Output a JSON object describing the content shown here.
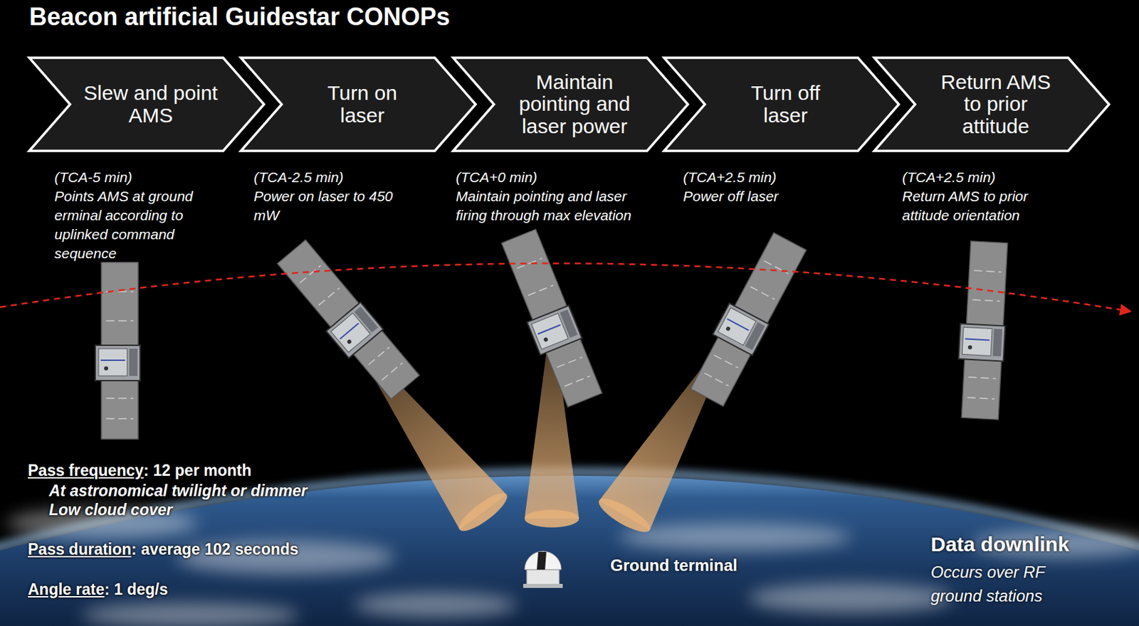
{
  "diagram": {
    "title": "Beacon artificial Guidestar CONOPs",
    "nodes": [
      {
        "text": [
          "Slew and point AMS"
        ]
      },
      {
        "text": [
          "Turn on laser"
        ]
      },
      {
        "text": [
          "Maintain pointing and laser power"
        ]
      },
      {
        "text": [
          "Turn off laser"
        ]
      },
      {
        "text": [
          "Return AMS to prior attitude"
        ]
      }
    ],
    "labels": [
      "(TCA-5 min)",
      "Points AMS at ground erminal according to uplinked command sequence",
      "(TCA-2.5 min)",
      "Power on laser to 450 mW",
      "(TCA+0 min)",
      "Maintain pointing and laser firing through max elevation",
      "(TCA+2.5 min)",
      "Power off laser",
      "(TCA+2.5 min)",
      "Return AMS to prior attitude orientation",
      "Pass frequency",
      ": 12 per month",
      "At astronomical twilight or dimmer",
      "Low cloud cover",
      "Pass duration",
      ": average 102 seconds",
      "Angle rate",
      ": 1 deg/s",
      "Ground terminal",
      "Data downlink",
      "Occurs over RF ground stations"
    ]
  }
}
